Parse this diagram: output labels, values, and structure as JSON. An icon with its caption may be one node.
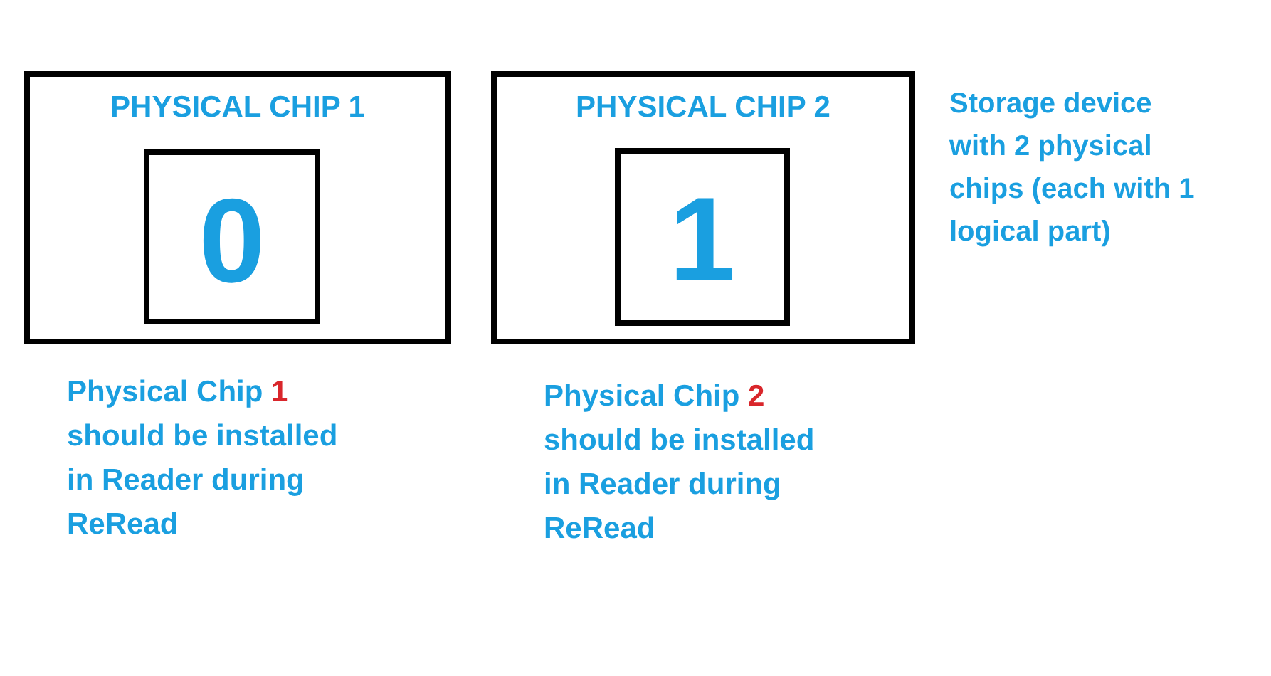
{
  "diagram": {
    "nodes": [
      {
        "text": [
          "PHYSICAL CHIP 1"
        ],
        "beside": [
          "Physical Chip **1** should be installed in Reader during ReRead"
        ]
      },
      {
        "text": [
          "0"
        ],
        "in": 0
      },
      {
        "text": [
          "PHYSICAL CHIP 2"
        ],
        "beside": [
          "Physical Chip **2** should be installed in Reader during ReRead"
        ]
      },
      {
        "text": [
          "1"
        ],
        "in": 2
      }
    ],
    "labels": [
      "Storage device with 2 physical chips (each with 1 logical part)"
    ]
  }
}
